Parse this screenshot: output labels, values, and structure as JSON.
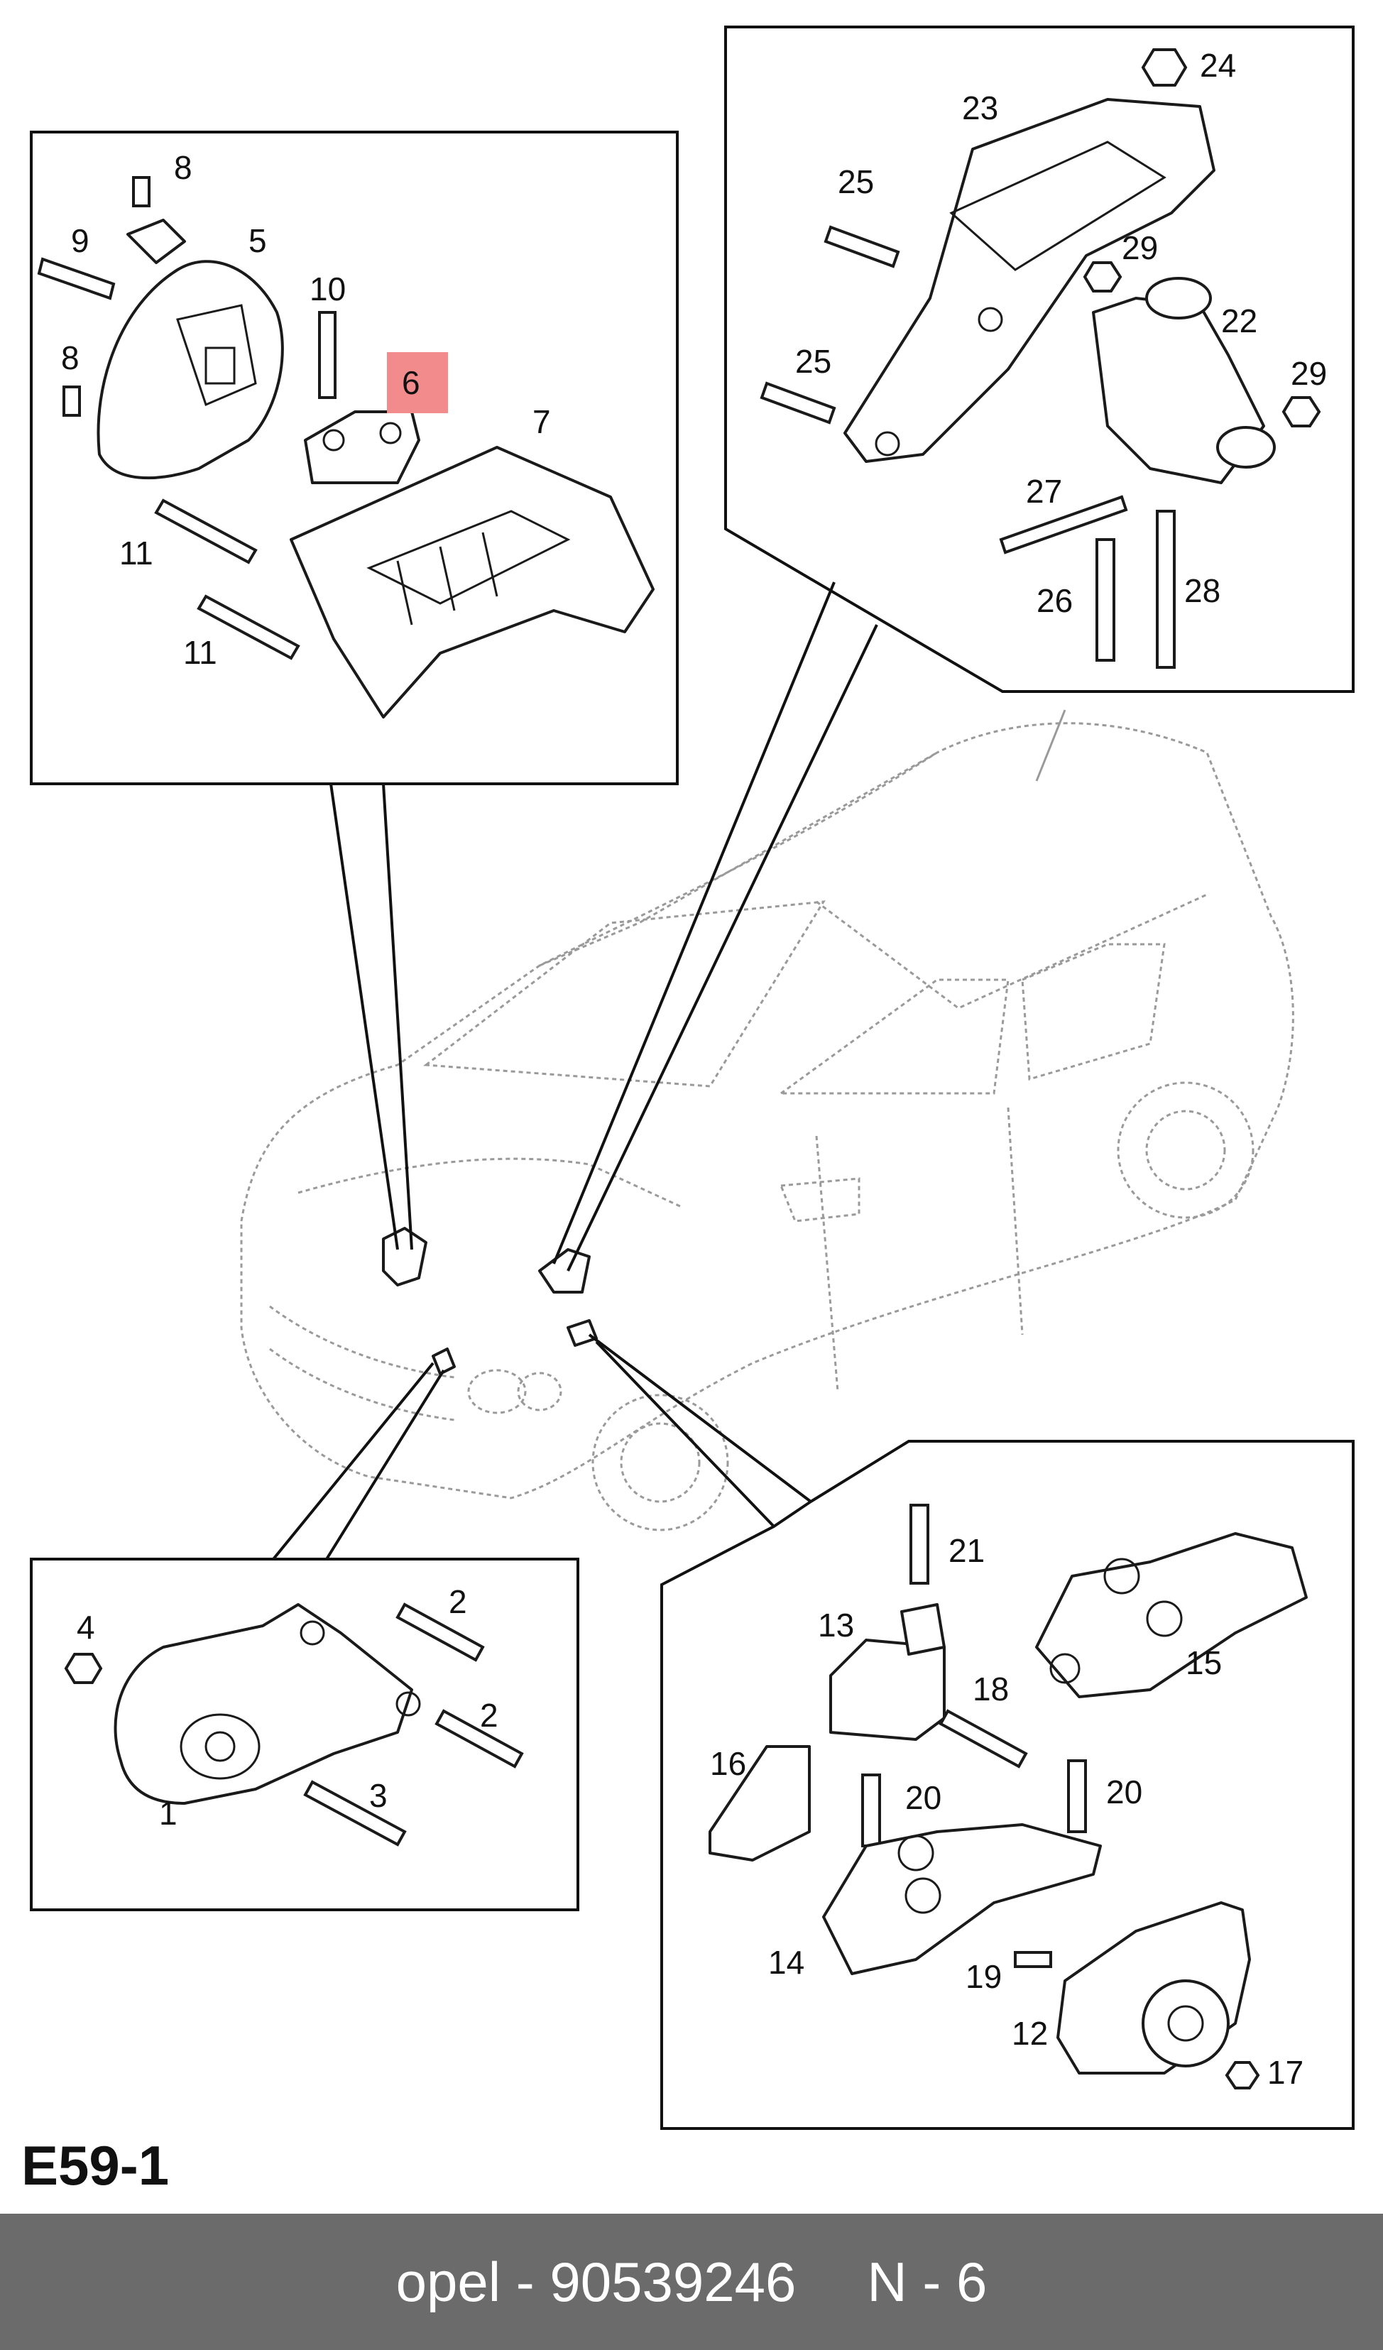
{
  "diagram_code": "E59-1",
  "footer": {
    "part_info": "opel - 90539246",
    "position": "N - 6"
  },
  "highlight_color": "#f28b8b",
  "callouts": {
    "top_left": [
      "8",
      "9",
      "5",
      "10",
      "6",
      "8",
      "7",
      "11",
      "11"
    ],
    "top_right": [
      "24",
      "23",
      "25",
      "29",
      "22",
      "25",
      "29",
      "27",
      "26",
      "28"
    ],
    "bottom_left": [
      "4",
      "2",
      "2",
      "1",
      "3"
    ],
    "bottom_right": [
      "21",
      "13",
      "15",
      "18",
      "16",
      "20",
      "20",
      "14",
      "19",
      "12",
      "17"
    ]
  },
  "highlighted_callout": "6"
}
